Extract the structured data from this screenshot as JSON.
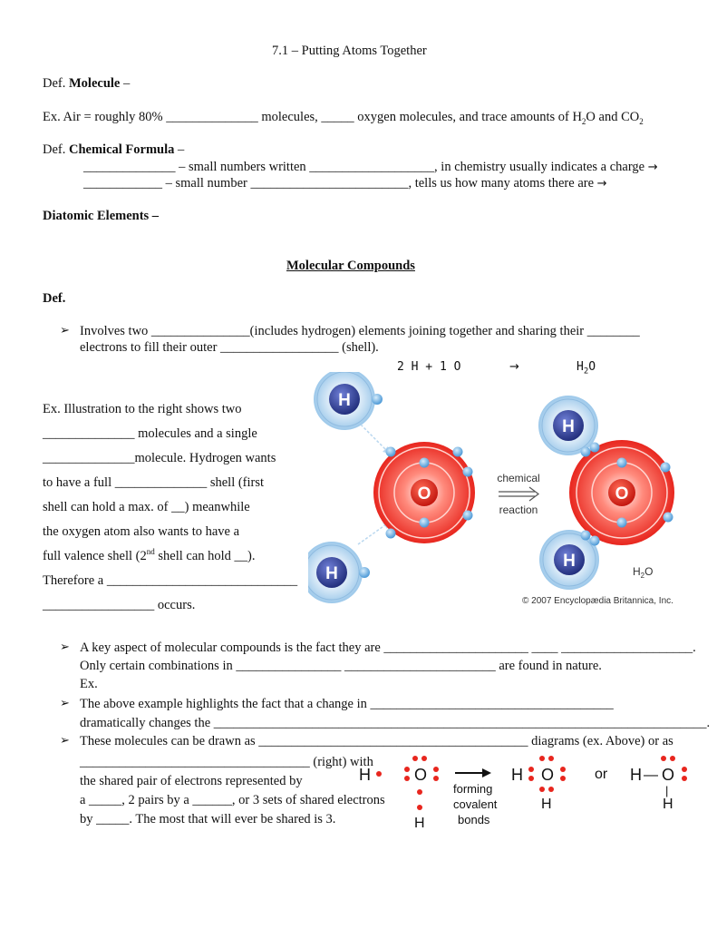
{
  "title": "7.1 – Putting Atoms Together",
  "def_molecule": {
    "prefix": "Def. ",
    "term": "Molecule",
    "suffix": " –"
  },
  "air_line": {
    "a": "Ex. Air = roughly 80% ______________ molecules, _____ oxygen molecules, and trace amounts of H",
    "sub1": "2",
    "b": "O and CO",
    "sub2": "2"
  },
  "def_formula": {
    "prefix": "Def. ",
    "term": "Chemical Formula",
    "suffix": " –"
  },
  "formula_lines": [
    {
      "text": "______________ – small numbers written ___________________, in chemistry usually indicates a charge ",
      "arrow": "→"
    },
    {
      "text": "____________ – small number ________________________, tells us how many atoms there are ",
      "arrow": "→"
    }
  ],
  "diatomic": "Diatomic Elements –",
  "section_heading": "Molecular Compounds",
  "def_label": "Def.",
  "bullet_symbol": "➢",
  "involves": {
    "line1": "Involves two _______________(includes hydrogen) elements joining together and sharing their ________",
    "line2": "electrons to fill their outer __________________ (shell)."
  },
  "equation": {
    "left": "2 H + 1 O",
    "arrow": "→",
    "right_a": "H",
    "right_sub": "2",
    "right_b": "O"
  },
  "illustration_lines": [
    "Ex. Illustration to the right shows two",
    "______________ molecules and a single",
    "______________molecule. Hydrogen wants",
    "to have a full ______________ shell (first",
    "shell can hold a max. of __) meanwhile",
    "the oxygen atom also wants to have a"
  ],
  "valence_line": {
    "a": "full valence shell (2",
    "sup": "nd",
    "b": " shell can hold __)."
  },
  "therefore_lines": [
    "Therefore a _____________________________",
    "_________________  occurs."
  ],
  "figure": {
    "h_label": "H",
    "o_label": "O",
    "reaction_line1": "chemical",
    "reaction_line2": "reaction",
    "product_a": "H",
    "product_sub": "2",
    "product_b": "O",
    "copyright": "© 2007 Encyclopædia Britannica, Inc.",
    "colors": {
      "oxygen": "#e8261e",
      "hydrogen": "#2f3f9a",
      "electron": "#6fb3e6"
    }
  },
  "key_aspect": {
    "line1": "A key aspect of molecular compounds is the fact they are ______________________ ____ ____________________.",
    "line2": "Only certain combinations in ________________ _______________________ are found in nature.",
    "line3": "Ex."
  },
  "highlight": {
    "line1": "The above example highlights the fact that a change in _____________________________________",
    "line2": "dramatically changes the ___________________________________________________________________________."
  },
  "drawn": {
    "line1": "These molecules can be drawn as _________________________________________ diagrams (ex. Above) or as",
    "lines": [
      "___________________________________ (right) with",
      "the shared pair of electrons represented by",
      "a _____, 2 pairs by a ______, or 3 sets of shared electrons",
      "by _____. The most that will ever be shared is 3."
    ]
  },
  "lewis": {
    "h": "H",
    "o": "O",
    "forming_line1": "forming",
    "forming_line2": "covalent",
    "forming_line3": "bonds",
    "or": "or",
    "dash": "—",
    "bar": "|"
  }
}
